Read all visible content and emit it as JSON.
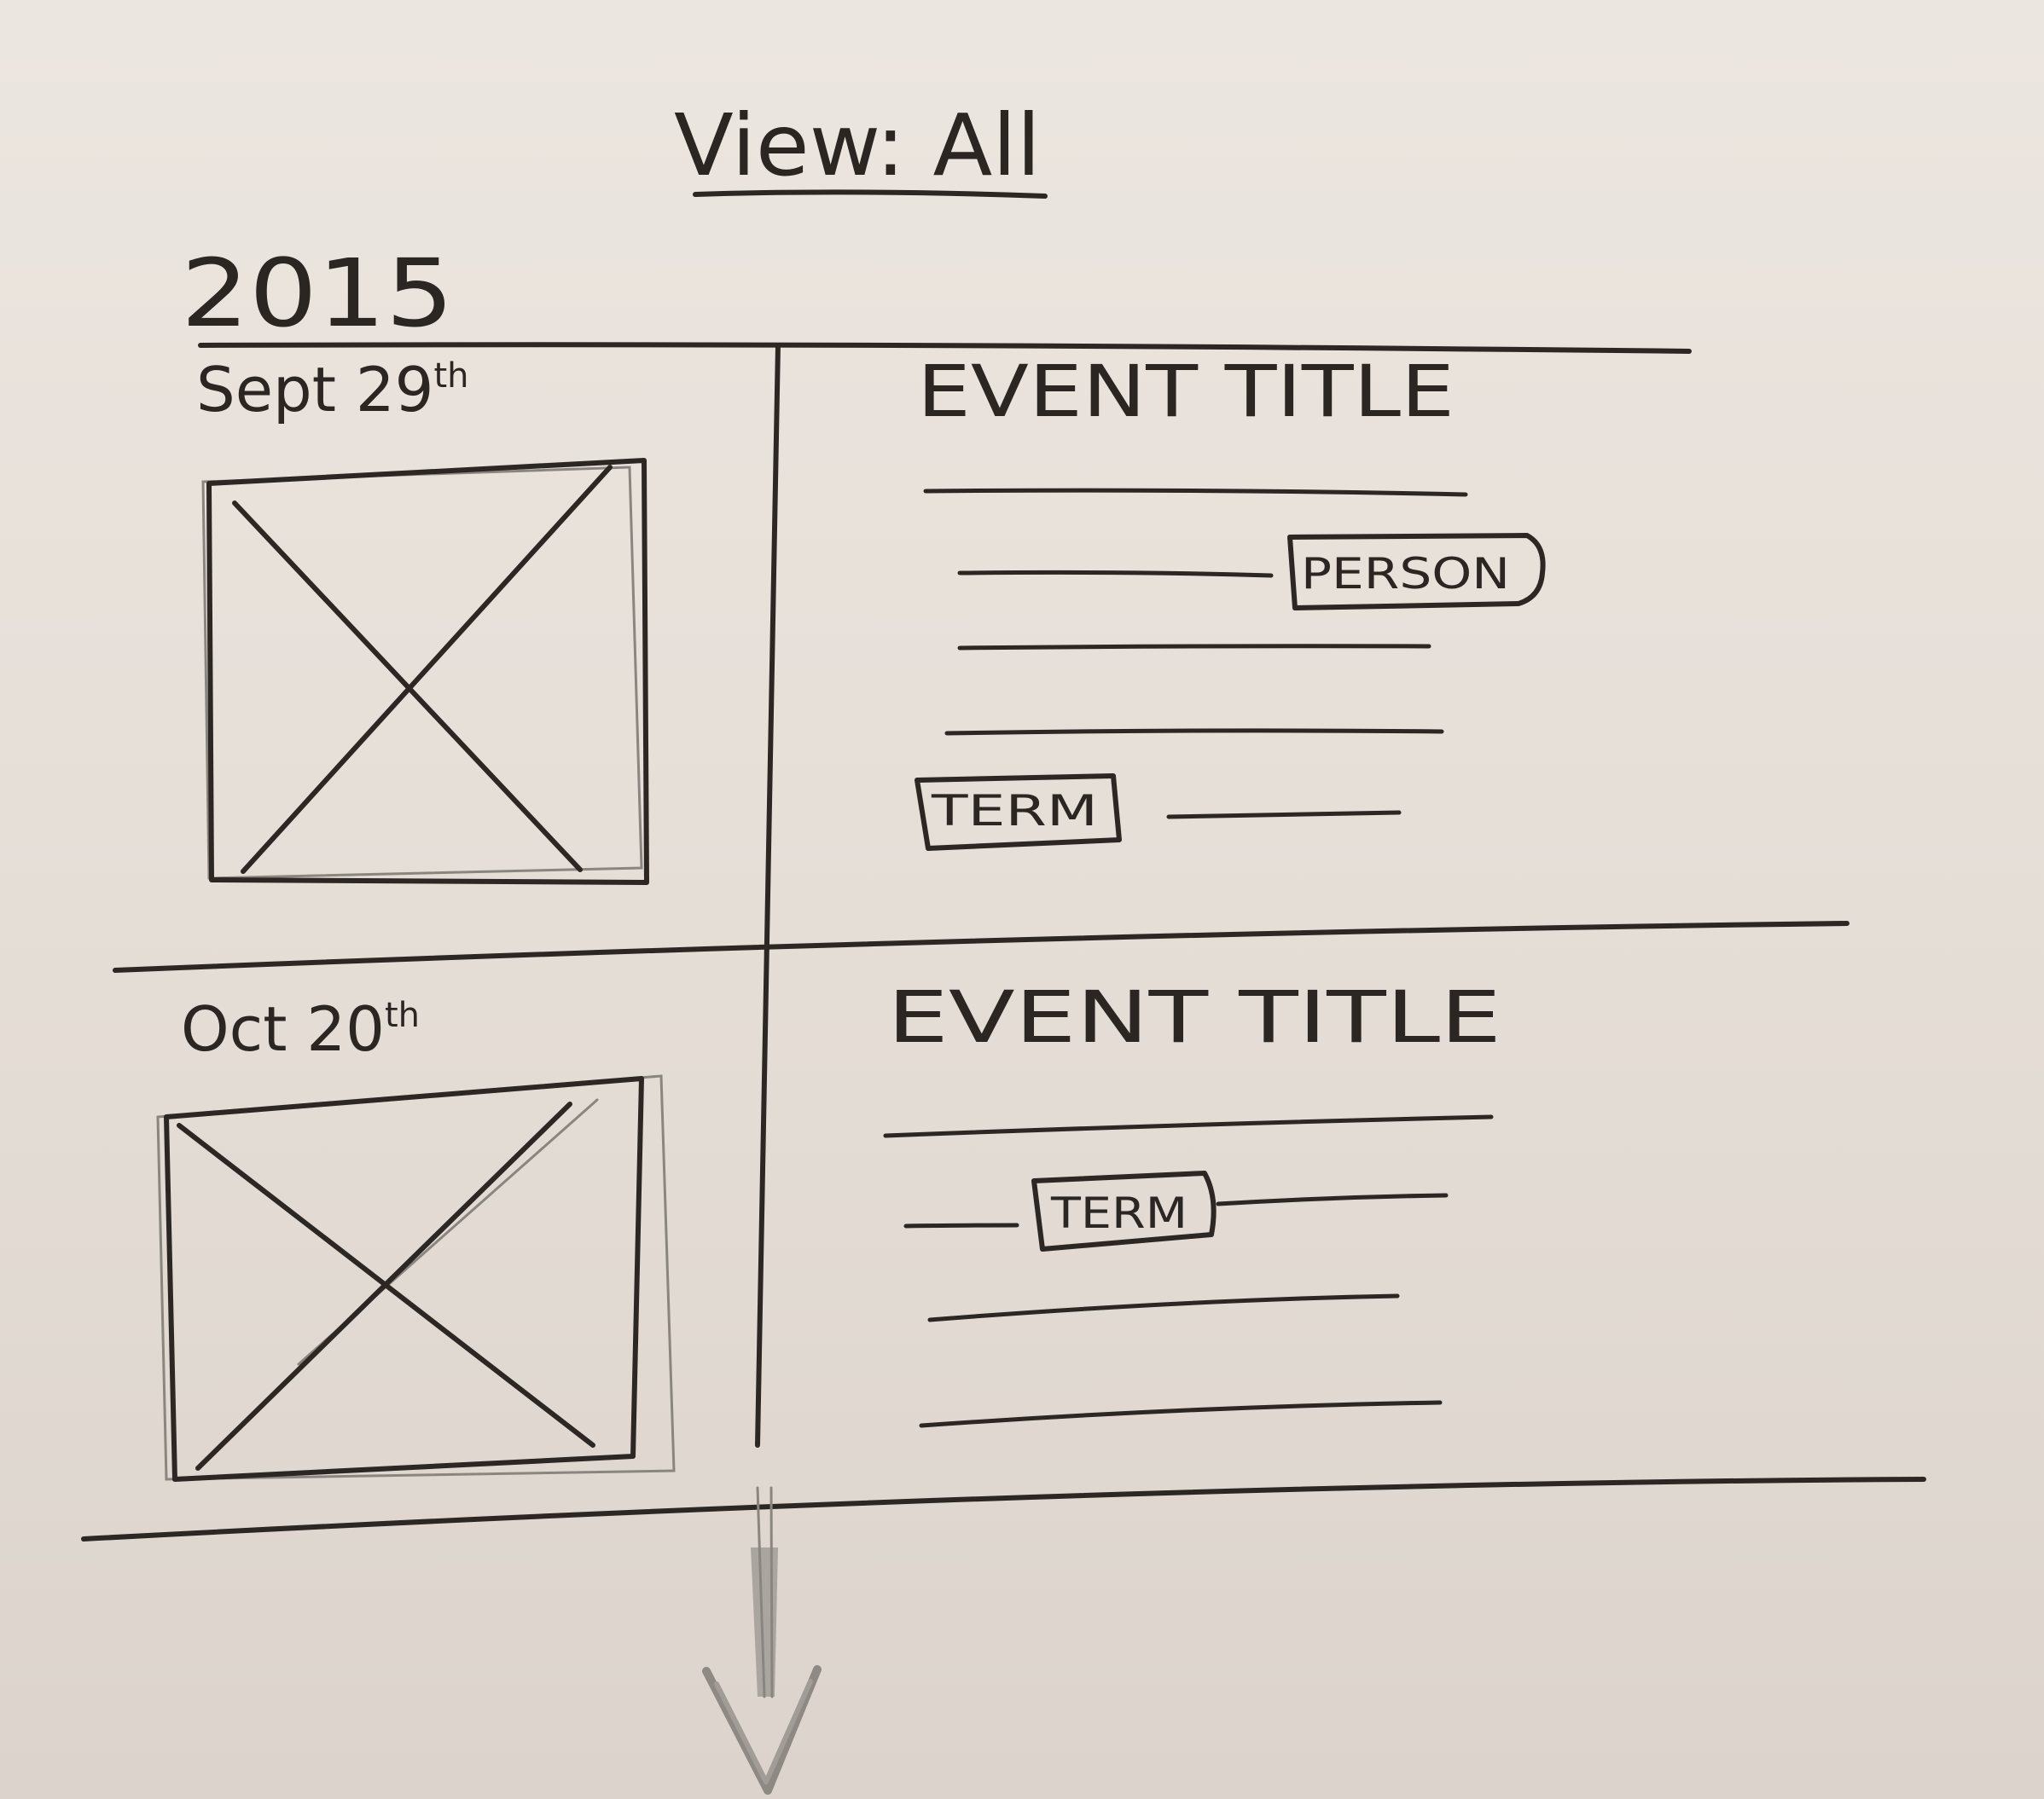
{
  "view_filter": {
    "label": "View:",
    "value": "All"
  },
  "timeline": {
    "year": "2015",
    "events": [
      {
        "date": "Sept 29",
        "date_suffix": "th",
        "title": "EVENT TITLE",
        "image_icon": "image-placeholder-icon",
        "tags": [
          "PERSON",
          "TERM"
        ]
      },
      {
        "date": "Oct 20",
        "date_suffix": "th",
        "title": "EVENT TITLE",
        "image_icon": "image-placeholder-icon",
        "tags": [
          "TERM"
        ]
      }
    ]
  },
  "scroll_indicator": {
    "icon": "arrow-down-icon"
  },
  "colors": {
    "paper": "#e8e2db",
    "ink": "#2d2723",
    "pencil": "#8b8580"
  }
}
